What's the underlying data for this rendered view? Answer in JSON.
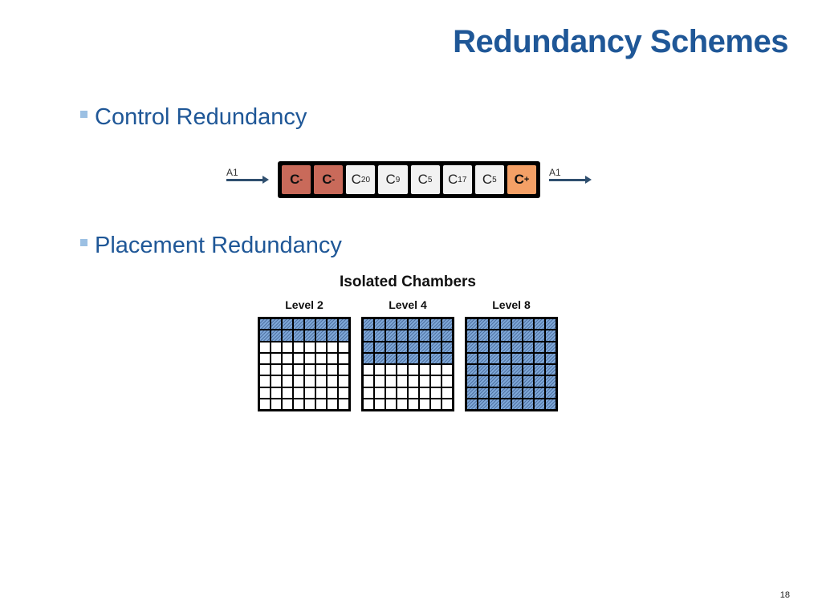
{
  "title": "Redundancy Schemes",
  "bullets": [
    "Control Redundancy",
    "Placement Redundancy"
  ],
  "chain": {
    "input_label": "A1",
    "output_label": "A1",
    "cells": [
      {
        "base": "C",
        "sup": "-",
        "sub": "",
        "kind": "neg"
      },
      {
        "base": "C",
        "sup": "-",
        "sub": "",
        "kind": "neg"
      },
      {
        "base": "C",
        "sup": "",
        "sub": "20",
        "kind": "white"
      },
      {
        "base": "C",
        "sup": "",
        "sub": "9",
        "kind": "white"
      },
      {
        "base": "C",
        "sup": "",
        "sub": "5",
        "kind": "white"
      },
      {
        "base": "C",
        "sup": "",
        "sub": "17",
        "kind": "white"
      },
      {
        "base": "C",
        "sup": "",
        "sub": "5",
        "kind": "white"
      },
      {
        "base": "C",
        "sup": "+",
        "sub": "",
        "kind": "pos"
      }
    ],
    "colors": {
      "negative": "#c96a5a",
      "positive": "#f4a066",
      "neutral": "#f2f2f2"
    }
  },
  "chambers": {
    "title": "Isolated Chambers",
    "levels": [
      {
        "label": "Level 2",
        "filled_rows": 2
      },
      {
        "label": "Level 4",
        "filled_rows": 4
      },
      {
        "label": "Level 8",
        "filled_rows": 8
      }
    ],
    "rows": 8,
    "cols": 8,
    "fill_color": "#7fa8d8"
  },
  "page_number": "18"
}
